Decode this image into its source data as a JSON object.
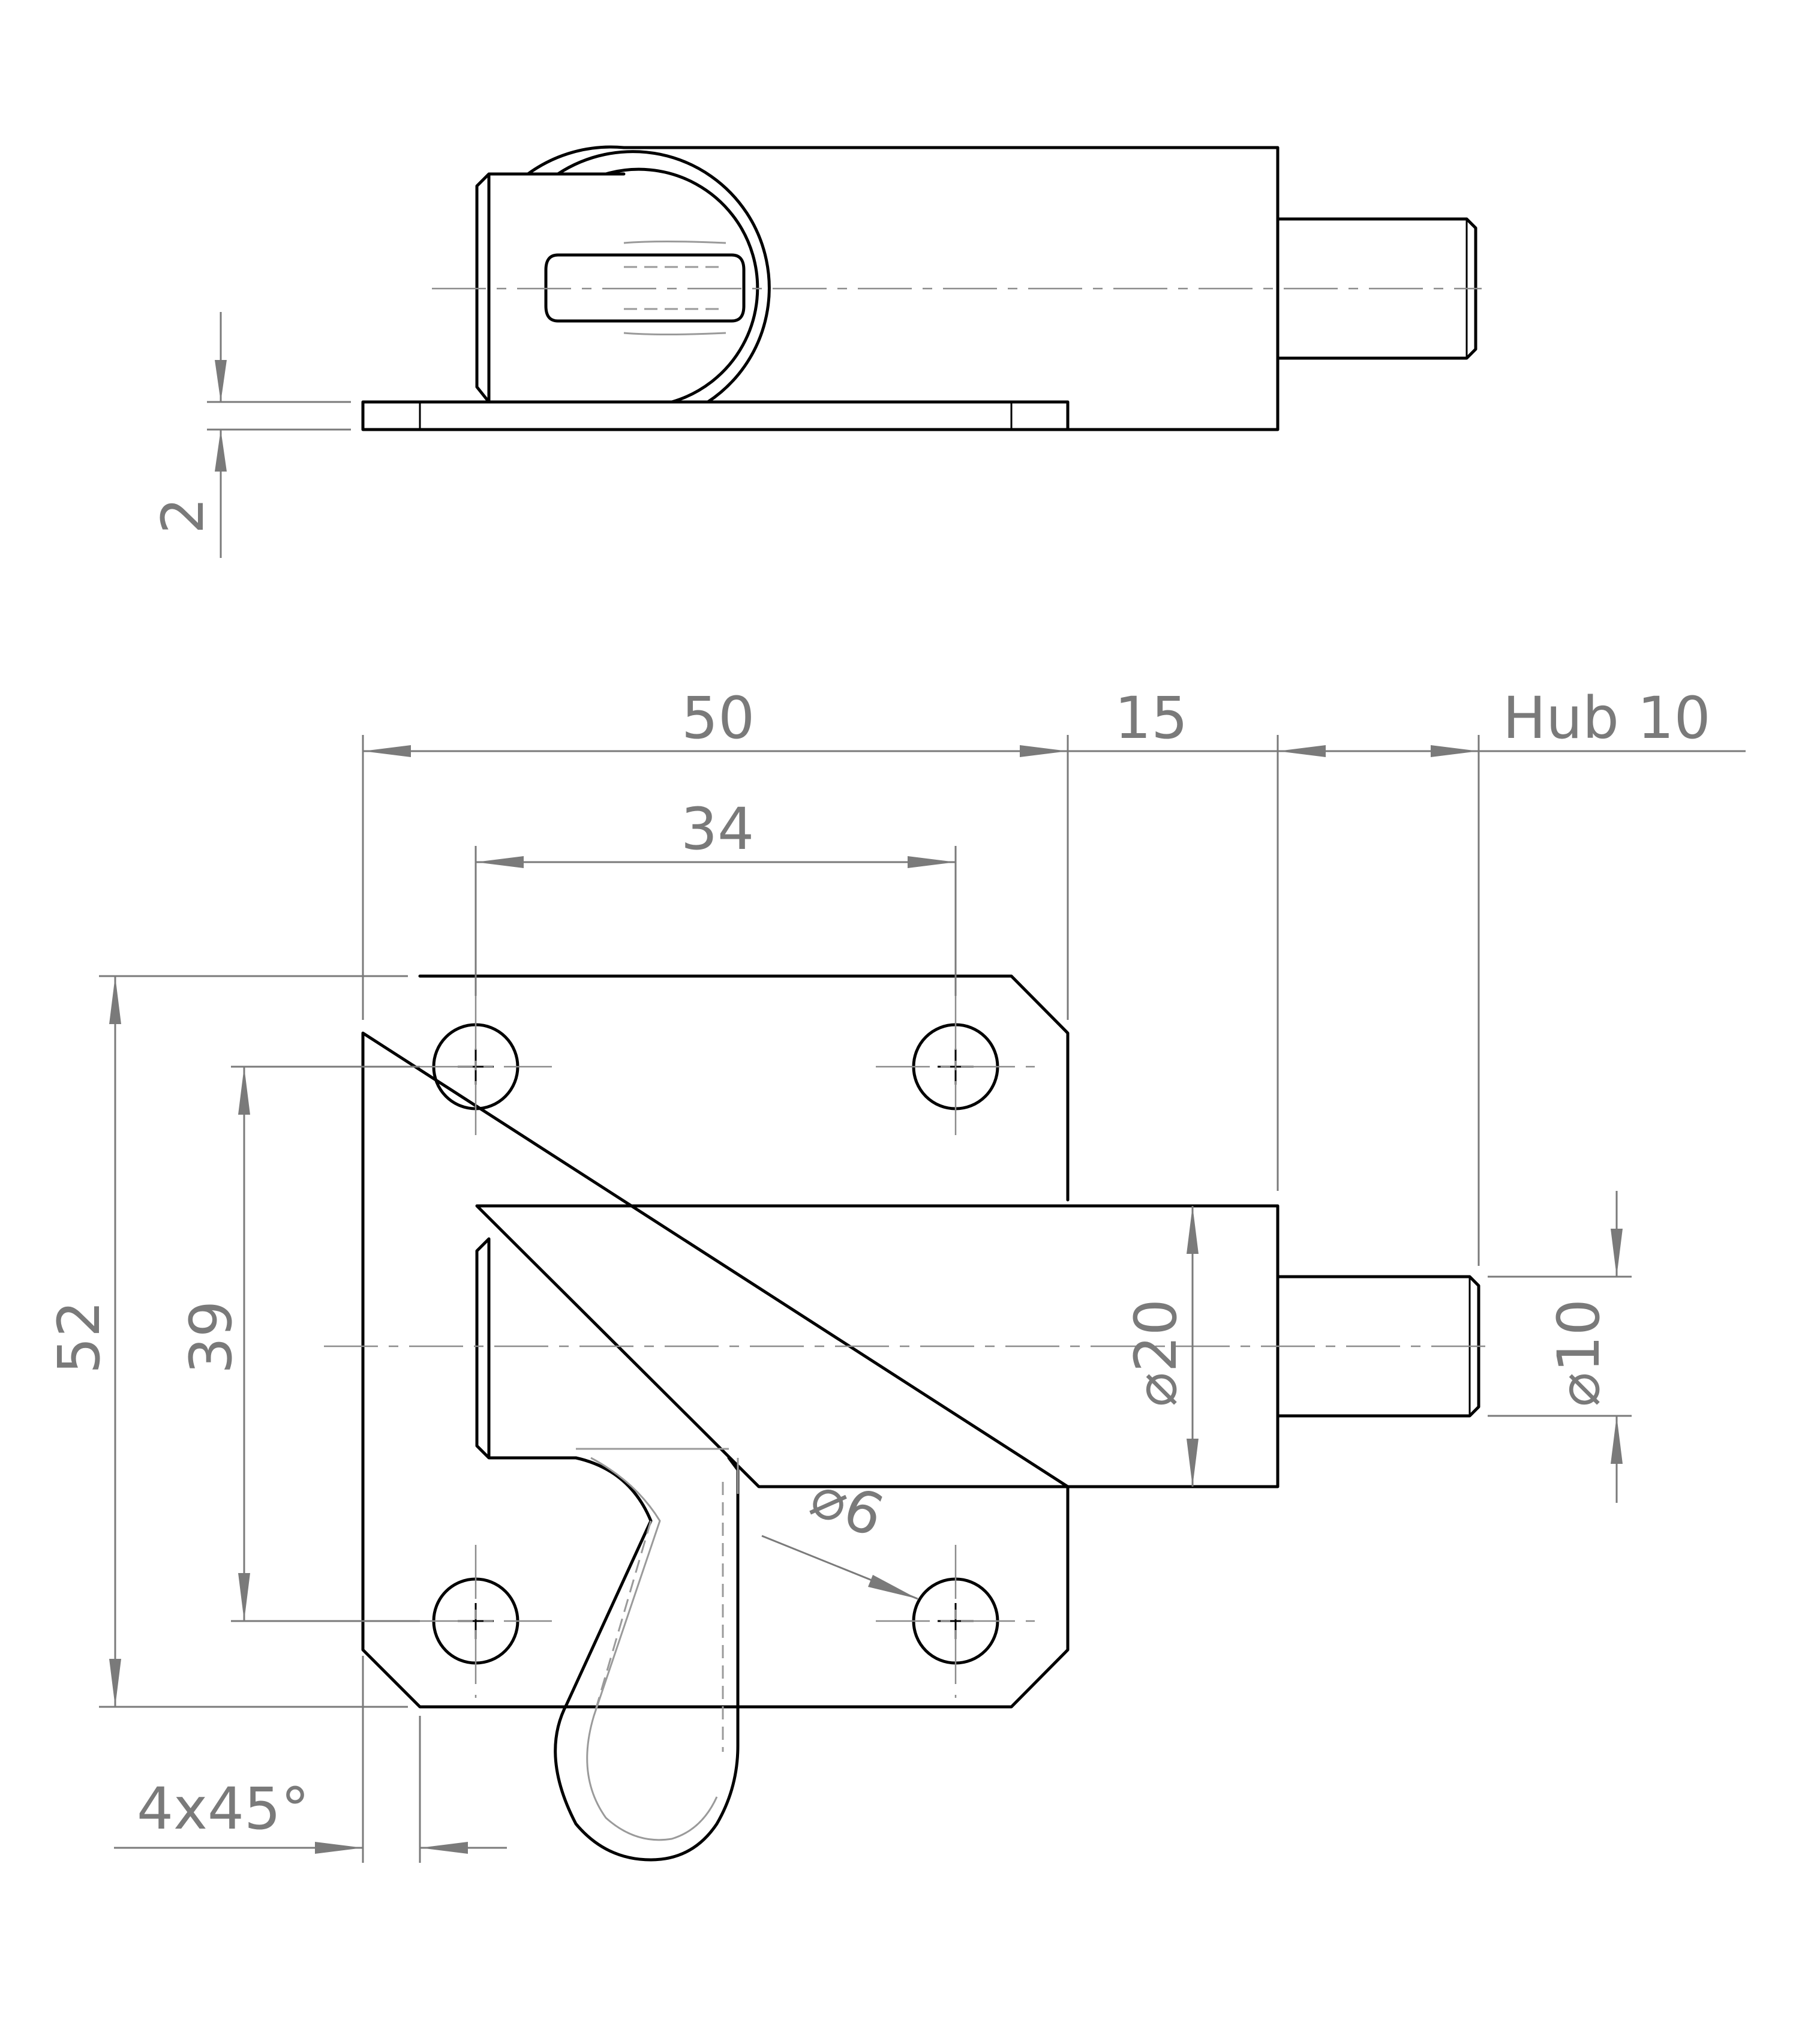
{
  "dimensions": {
    "plate_thickness": "2",
    "plate_width": "50",
    "body_overhang": "15",
    "stroke": "Hub 10",
    "hole_spacing_horizontal": "34",
    "plate_height": "52",
    "hole_spacing_vertical": "39",
    "body_diameter": "⌀20",
    "bolt_diameter": "⌀10",
    "hole_diameter": "⌀6",
    "chamfer": "4x45°"
  }
}
